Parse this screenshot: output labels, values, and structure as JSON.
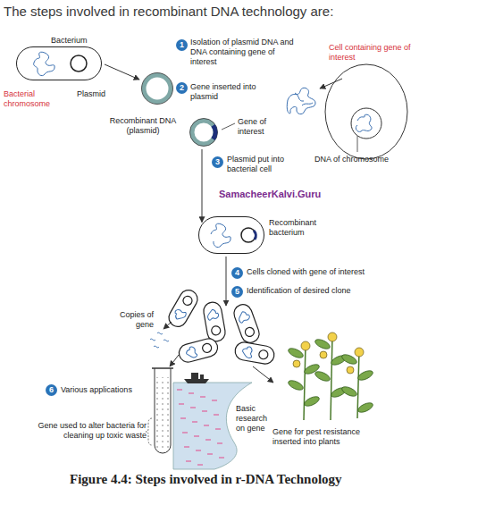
{
  "diagram": {
    "title": "The steps involved in recombinant DNA technology are:",
    "caption": "Figure 4.4: Steps involved in r-DNA Technology",
    "nodes": [
      {
        "text": [
          "Bacterium"
        ]
      },
      {
        "text": [
          "Recombinant DNA (plasmid)"
        ]
      },
      {
        "text": [
          "Recombinant bacterium"
        ]
      }
    ],
    "edges": [
      {
        "from": 1,
        "to": 2,
        "arrow": "to"
      }
    ],
    "labels": [
      "SamacheerKalvi.Guru",
      "Bacterial chromosome",
      "Plasmid",
      "1",
      "Isolation of plasmid DNA and DNA containing gene of interest",
      "2",
      "Gene inserted into plasmid",
      "Cell containing gene of interest",
      "Gene of interest",
      "DNA of chromosome",
      "3",
      "Plasmid put into bacterial cell",
      "4",
      "Cells cloned with gene of interest",
      "5",
      "Identification of desired clone",
      "Copies of gene",
      "6",
      "Various applications",
      "Gene used to alter bacteria for cleaning up toxic waste",
      "Basic research on gene",
      "Gene for pest resistance inserted into plants"
    ]
  }
}
